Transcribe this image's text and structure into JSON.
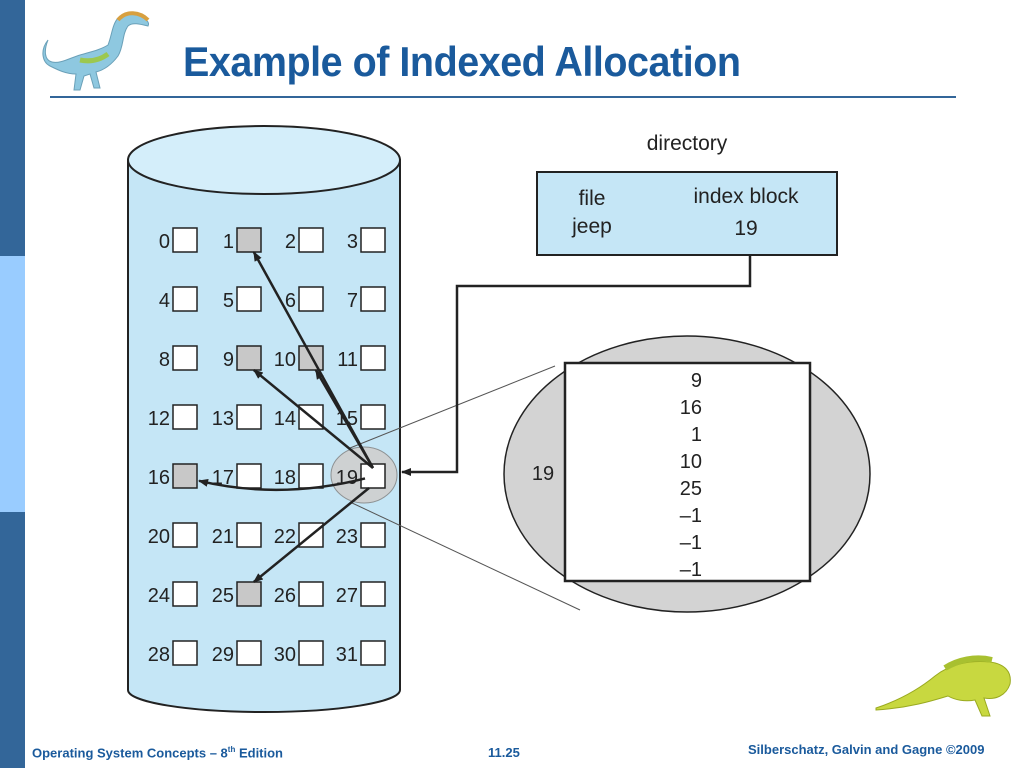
{
  "slide": {
    "title": "Example of Indexed Allocation",
    "footer": {
      "left_prefix": "Operating System Concepts – 8",
      "left_sup": "th",
      "left_suffix": " Edition",
      "page_number": "11.25",
      "copyright": "Silberschatz, Galvin and Gagne ©2009"
    }
  },
  "diagram": {
    "disk_blocks": [
      0,
      1,
      2,
      3,
      4,
      5,
      6,
      7,
      8,
      9,
      10,
      11,
      12,
      13,
      14,
      15,
      16,
      17,
      18,
      19,
      20,
      21,
      22,
      23,
      24,
      25,
      26,
      27,
      28,
      29,
      30,
      31
    ],
    "allocated_blocks": [
      1,
      9,
      10,
      16,
      25
    ],
    "index_block_number": 19,
    "directory": {
      "label": "directory",
      "header_file": "file",
      "header_index": "index block",
      "entry_file": "jeep",
      "entry_index": "19"
    },
    "magnified": {
      "block_label": "19",
      "entries": [
        "9",
        "16",
        "1",
        "10",
        "25",
        "–1",
        "–1",
        "–1"
      ]
    },
    "colors": {
      "disk_fill": "#c5e6f6",
      "allocated_fill": "#c8c8c8",
      "magnifier_fill": "#d3d3d3",
      "brand_blue": "#336699"
    }
  }
}
